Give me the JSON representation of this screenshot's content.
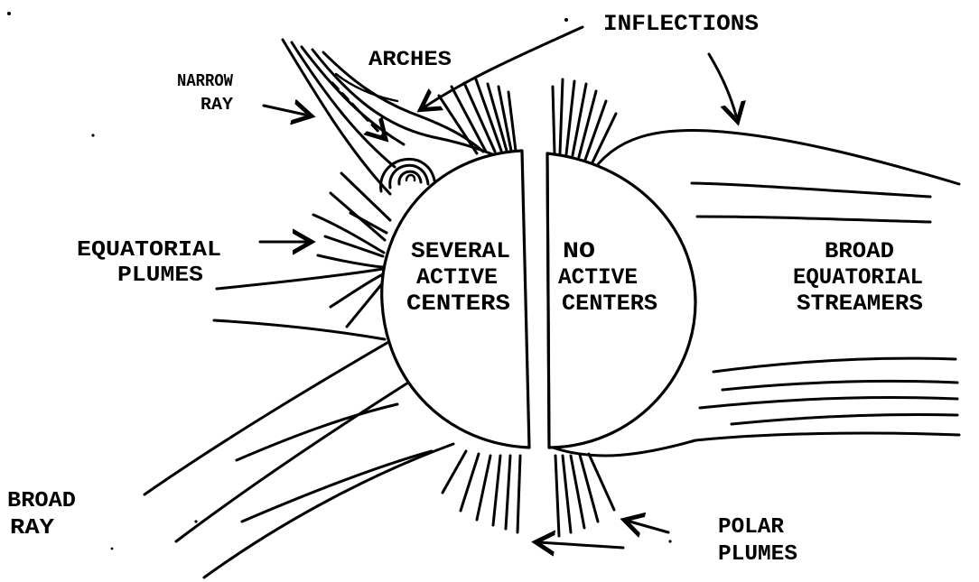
{
  "labels": {
    "inflections": "INFLECTIONS",
    "arches": "ARCHES",
    "narrow_ray": [
      "NARROW",
      "RAY"
    ],
    "equatorial_plumes": [
      "EQUATORIAL",
      "PLUMES"
    ],
    "left_disk": [
      "SEVERAL",
      "ACTIVE",
      "CENTERS"
    ],
    "right_disk": [
      "NO",
      "ACTIVE",
      "CENTERS"
    ],
    "broad_equatorial_streamers": [
      "BROAD",
      "EQUATORIAL",
      "STREAMERS"
    ],
    "broad_ray": [
      "BROAD",
      "RAY"
    ],
    "polar_plumes": [
      "POLAR",
      "PLUMES"
    ]
  },
  "colors": {
    "ink": "#000000",
    "paper": "#ffffff"
  }
}
